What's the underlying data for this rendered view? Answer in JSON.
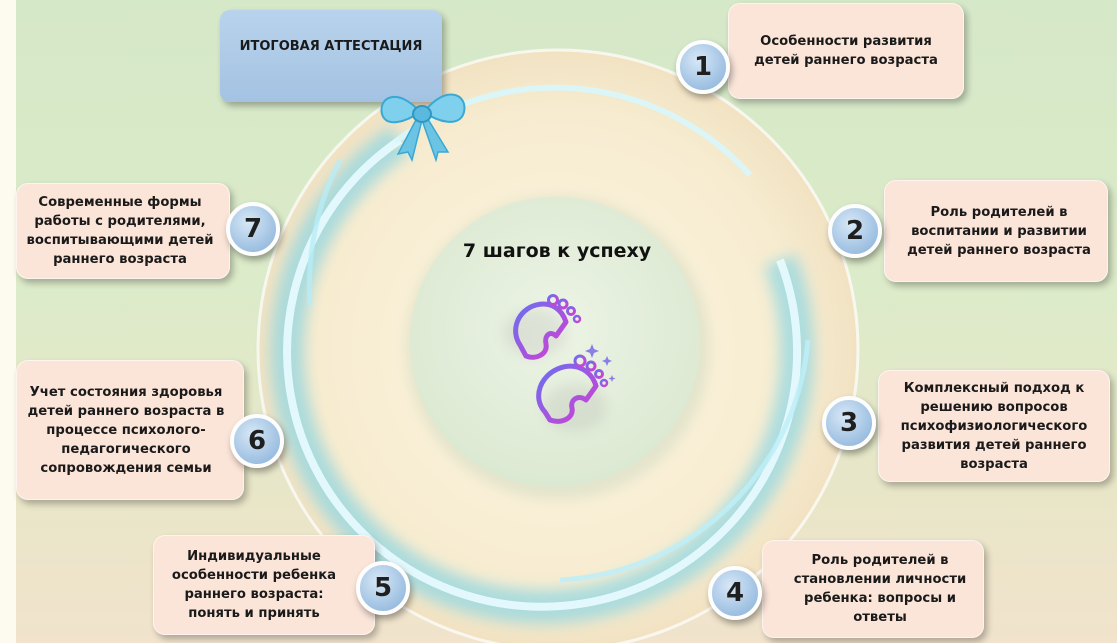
{
  "center_title": "7 шагов к успеху",
  "final_label": "ИТОГОВАЯ АТТЕСТАЦИЯ",
  "steps": [
    {
      "number": "1",
      "text": "Особенности развития детей раннего возраста"
    },
    {
      "number": "2",
      "text": "Роль родителей в воспитании и развитии детей раннего возраста"
    },
    {
      "number": "3",
      "text": "Комплексный подход к решению вопросов психофизиологического развития детей раннего возраста"
    },
    {
      "number": "4",
      "text": "Роль родителей в становлении личности ребенка: вопросы и ответы"
    },
    {
      "number": "5",
      "text": "Индивидуальные особенности ребенка раннего возраста: понять и принять"
    },
    {
      "number": "6",
      "text": "Учет состояния здоровья детей раннего возраста в процессе психолого-педагогического сопровождения семьи"
    },
    {
      "number": "7",
      "text": "Современные формы работы с родителями, воспитывающими детей раннего возраста"
    }
  ],
  "colors": {
    "background": "#d5e8c8",
    "ring": "#f7ecd0",
    "inner_disc": "#e3eed9",
    "glow": "#7fd3ec",
    "box": "#fbe4d8",
    "number_badge": "#a9c8e6",
    "final_box": "#aac7e5",
    "bow": "#6ec6e6",
    "feet_gradient_start": "#6b6ff0",
    "feet_gradient_end": "#d43fd0"
  },
  "icons": [
    "baby-feet-icon",
    "bow-icon",
    "sparkle-icon"
  ]
}
